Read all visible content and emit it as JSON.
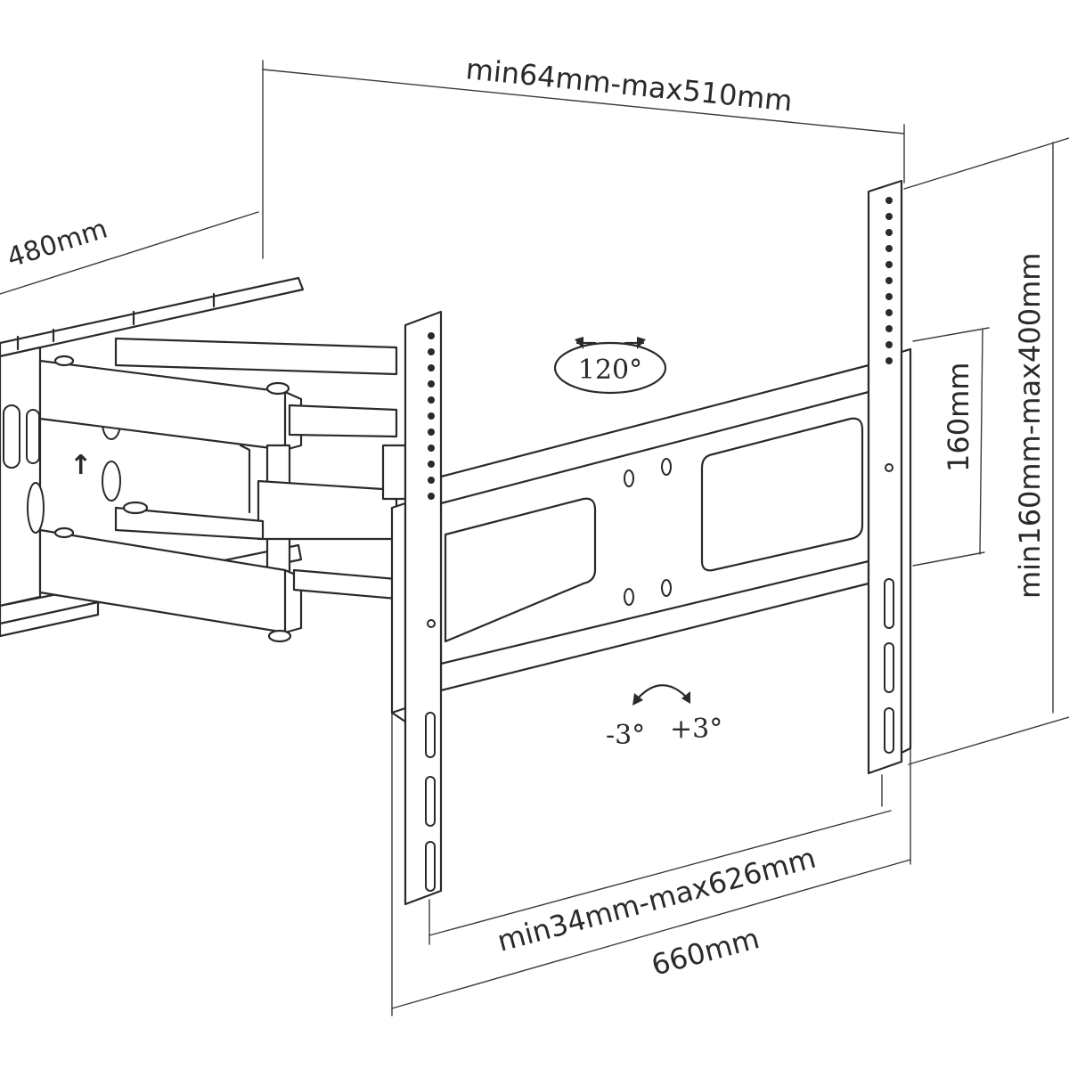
{
  "dimensions": {
    "depth_range": "min64mm-max510mm",
    "wall_plate_width": "480mm",
    "vertical_spacing_range": "min160mm-max400mm",
    "wall_plate_height": "160mm",
    "horizontal_spacing_range": "min34mm-max626mm",
    "tv_plate_width": "660mm"
  },
  "angles": {
    "swivel": "120°",
    "tilt_negative": "-3°",
    "tilt_positive": "+3°"
  },
  "colors": {
    "line": "#2a2a2a",
    "background": "#ffffff"
  }
}
